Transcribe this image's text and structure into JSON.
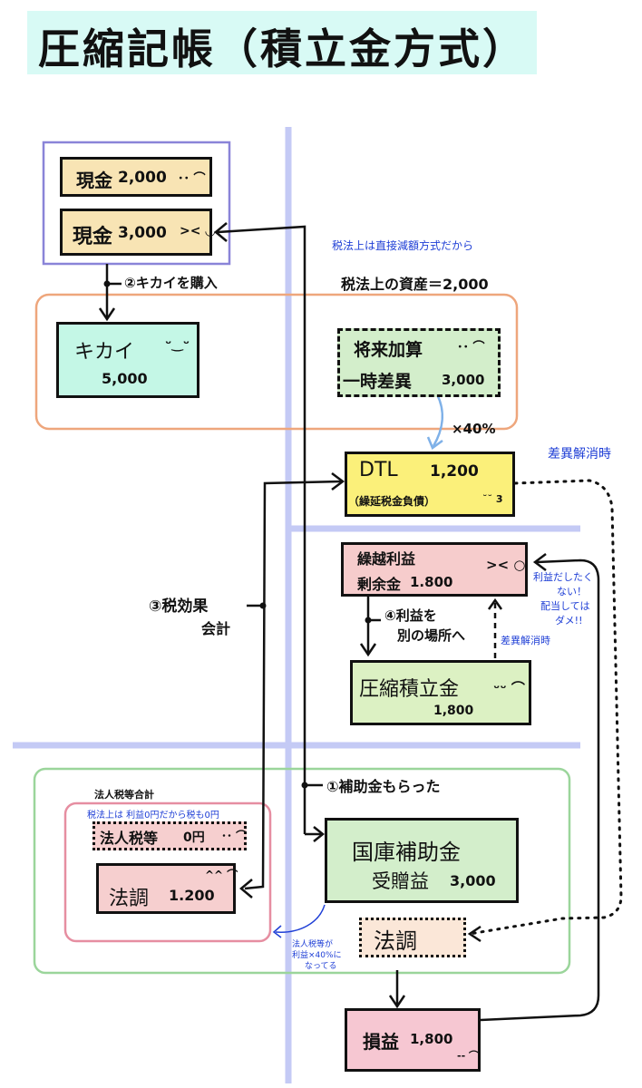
{
  "title": "圧縮記帳（積立金方式）",
  "colors": {
    "title_band": "#d8faf5",
    "cash_box": "#f8e4b4",
    "machine_box": "#c4f7e6",
    "temp_diff_box": "#d3eecb",
    "dtl_box": "#fbf07a",
    "retained_earnings_box": "#f6cccc",
    "reserve_box": "#dcf1c3",
    "subsidy_box": "#d3eecb",
    "tax_adj_box": "#fbe7d8",
    "pl_box": "#f6c7d2",
    "tax_box": "#f6cfcf",
    "axis_line": "#c4caf5",
    "cash_group": "#8a84d8",
    "asset_group": "#eea67c",
    "pl_group": "#9bd59b",
    "tax_group": "#e68ea1",
    "note_text": "#1f3fd6",
    "dtl_arrow": "#7fb1e8"
  },
  "nodes": {
    "cash_before": {
      "label": "現金",
      "amount": "2,000",
      "face": "･･ ⌒"
    },
    "cash_after": {
      "label": "現金",
      "amount": "3,000",
      "face": ">< ◡"
    },
    "machine": {
      "label": "キカイ",
      "amount": "5,000",
      "face": "ᵕ‿ᵕ"
    },
    "temp_diff": {
      "line1": "将来加算",
      "line2": "一時差異",
      "amount": "3,000",
      "face": "･･ ⌒"
    },
    "dtl": {
      "label": "DTL",
      "amount": "1,200",
      "sub": "（繰延税金負債）",
      "face": "˘˘ 3"
    },
    "retained_earnings": {
      "line1": "繰越利益",
      "line2": "剰余金",
      "amount": "1.800",
      "face": ">< ○"
    },
    "reserve": {
      "label": "圧縮積立金",
      "amount": "1,800",
      "face": "ᵕᵕ ⌒"
    },
    "subsidy": {
      "line1": "国庫補助金",
      "line2": "受贈益",
      "amount": "3,000"
    },
    "tax_adj_pl": {
      "label": "法調"
    },
    "pl": {
      "label": "損益",
      "amount": "1,800",
      "face": "-- ⌒"
    },
    "corp_tax": {
      "label": "法人税等",
      "amount": "0円",
      "face": "･･ ⌒"
    },
    "tax_adj": {
      "label": "法調",
      "amount": "1.200",
      "face": "^^ ⌒"
    }
  },
  "annotations": {
    "step2": "②キカイを購入",
    "step3_line1": "③税効果",
    "step3_line2": "会計",
    "step4_line1": "④利益を",
    "step4_line2": "別の場所へ",
    "step1": "①補助金もらった",
    "tax_law_note": "税法上は直接減額方式だから",
    "tax_asset": "税法上の資産＝2,000",
    "rate": "×40%",
    "reversal_top": "差異解消時",
    "reversal_mid": "差異解消時",
    "no_dividend_1": "利益だしたく",
    "no_dividend_2": "ない！",
    "no_dividend_3": "配当しては",
    "no_dividend_4": "ダメ!!",
    "tax_total_label": "法人税等合計",
    "tax_zero_note": "税法上は 利益0円だから税も0円",
    "tax_shift_1": "法人税等が",
    "tax_shift_2": "利益×40%に",
    "tax_shift_3": "なってる"
  }
}
